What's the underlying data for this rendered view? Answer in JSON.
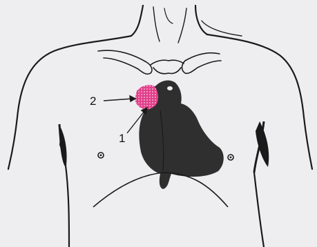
{
  "figure": {
    "background_color": "#eeeef1",
    "line_color": "#1a1a1a",
    "heart_color": "#2f2f2f",
    "highlight_color": "#e2408a",
    "labels": [
      {
        "id": "label-2",
        "text": "2"
      },
      {
        "id": "label-1",
        "text": "1"
      }
    ]
  }
}
